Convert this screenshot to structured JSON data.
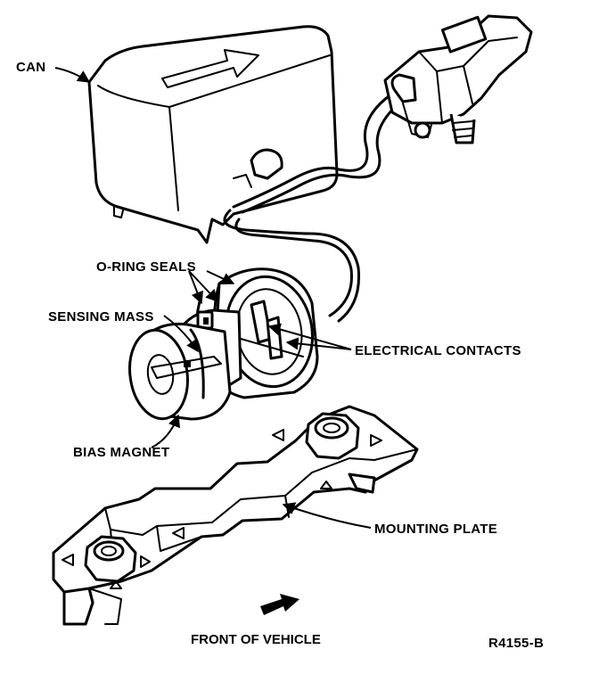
{
  "labels": {
    "can": "CAN",
    "o_ring_seals": "O-RING SEALS",
    "sensing_mass": "SENSING MASS",
    "electrical_contacts": "ELECTRICAL CONTACTS",
    "bias_magnet": "BIAS MAGNET",
    "mounting_plate": "MOUNTING PLATE",
    "front_of_vehicle": "FRONT OF VEHICLE",
    "figure_code": "R4155-B"
  },
  "icons": [
    "arrow-icon",
    "front-arrow-icon",
    "nut-icon"
  ]
}
